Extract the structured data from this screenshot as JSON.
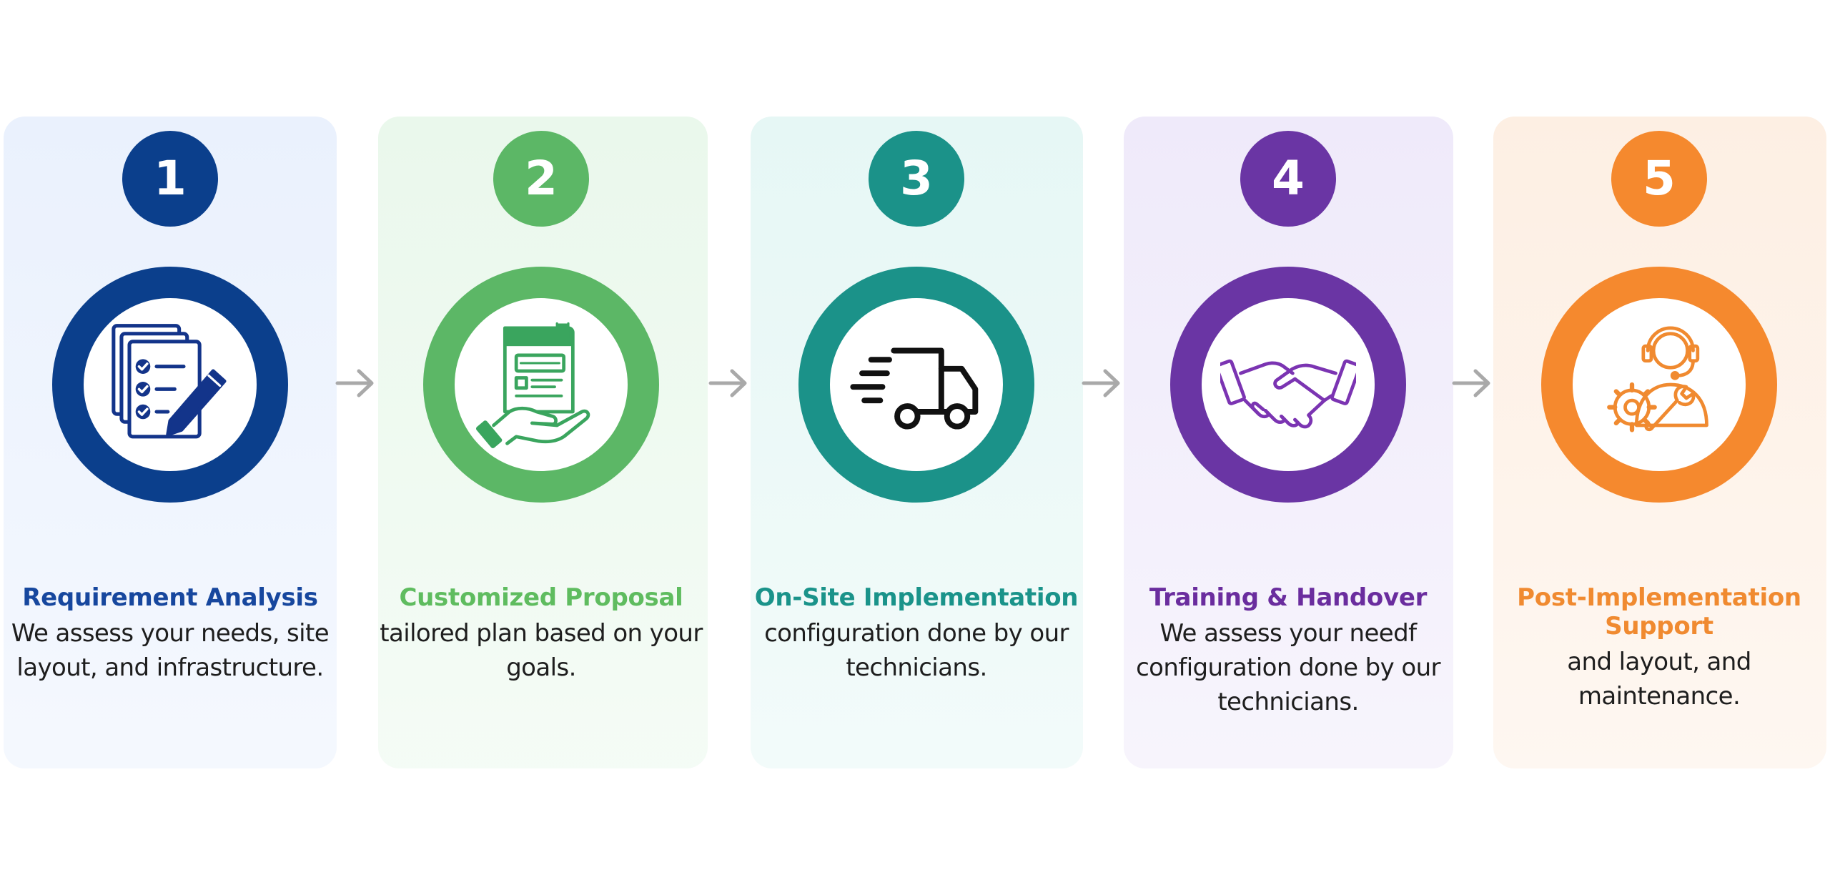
{
  "steps": [
    {
      "number": "1",
      "title": "Requirement Analysis",
      "description": "We assess your needs, site layout, and infrastructure.",
      "icon": "document-checklist-pen-icon",
      "color": "#0b3f8c",
      "card_bg": "#eaf1fd",
      "title_color": "#17479e"
    },
    {
      "number": "2",
      "title": "Customized Proposal",
      "description": "tailored plan based on your goals.",
      "icon": "proposal-document-hand-icon",
      "color": "#5cb766",
      "card_bg": "#eaf8ec",
      "title_color": "#5fbc5f"
    },
    {
      "number": "3",
      "title": "On-Site Implementation",
      "description": "configuration done by our technicians.",
      "icon": "delivery-truck-icon",
      "color": "#1b9289",
      "card_bg": "#e6f7f5",
      "title_color": "#1a938a"
    },
    {
      "number": "4",
      "title": "Training & Handover",
      "description": "We assess your needf configuration done by our technicians.",
      "icon": "handshake-icon",
      "color": "#6a35a4",
      "card_bg": "#efeafa",
      "title_color": "#6a2d9e"
    },
    {
      "number": "5",
      "title": "Post-Implementation Support",
      "description": "and layout, and maintenance.",
      "icon": "support-agent-gear-icon",
      "color": "#f5892e",
      "card_bg": "#fdefe3",
      "title_color": "#f08a30"
    }
  ],
  "arrow_color": "#a9a9a9",
  "arrow_icon": "arrow-right-icon"
}
